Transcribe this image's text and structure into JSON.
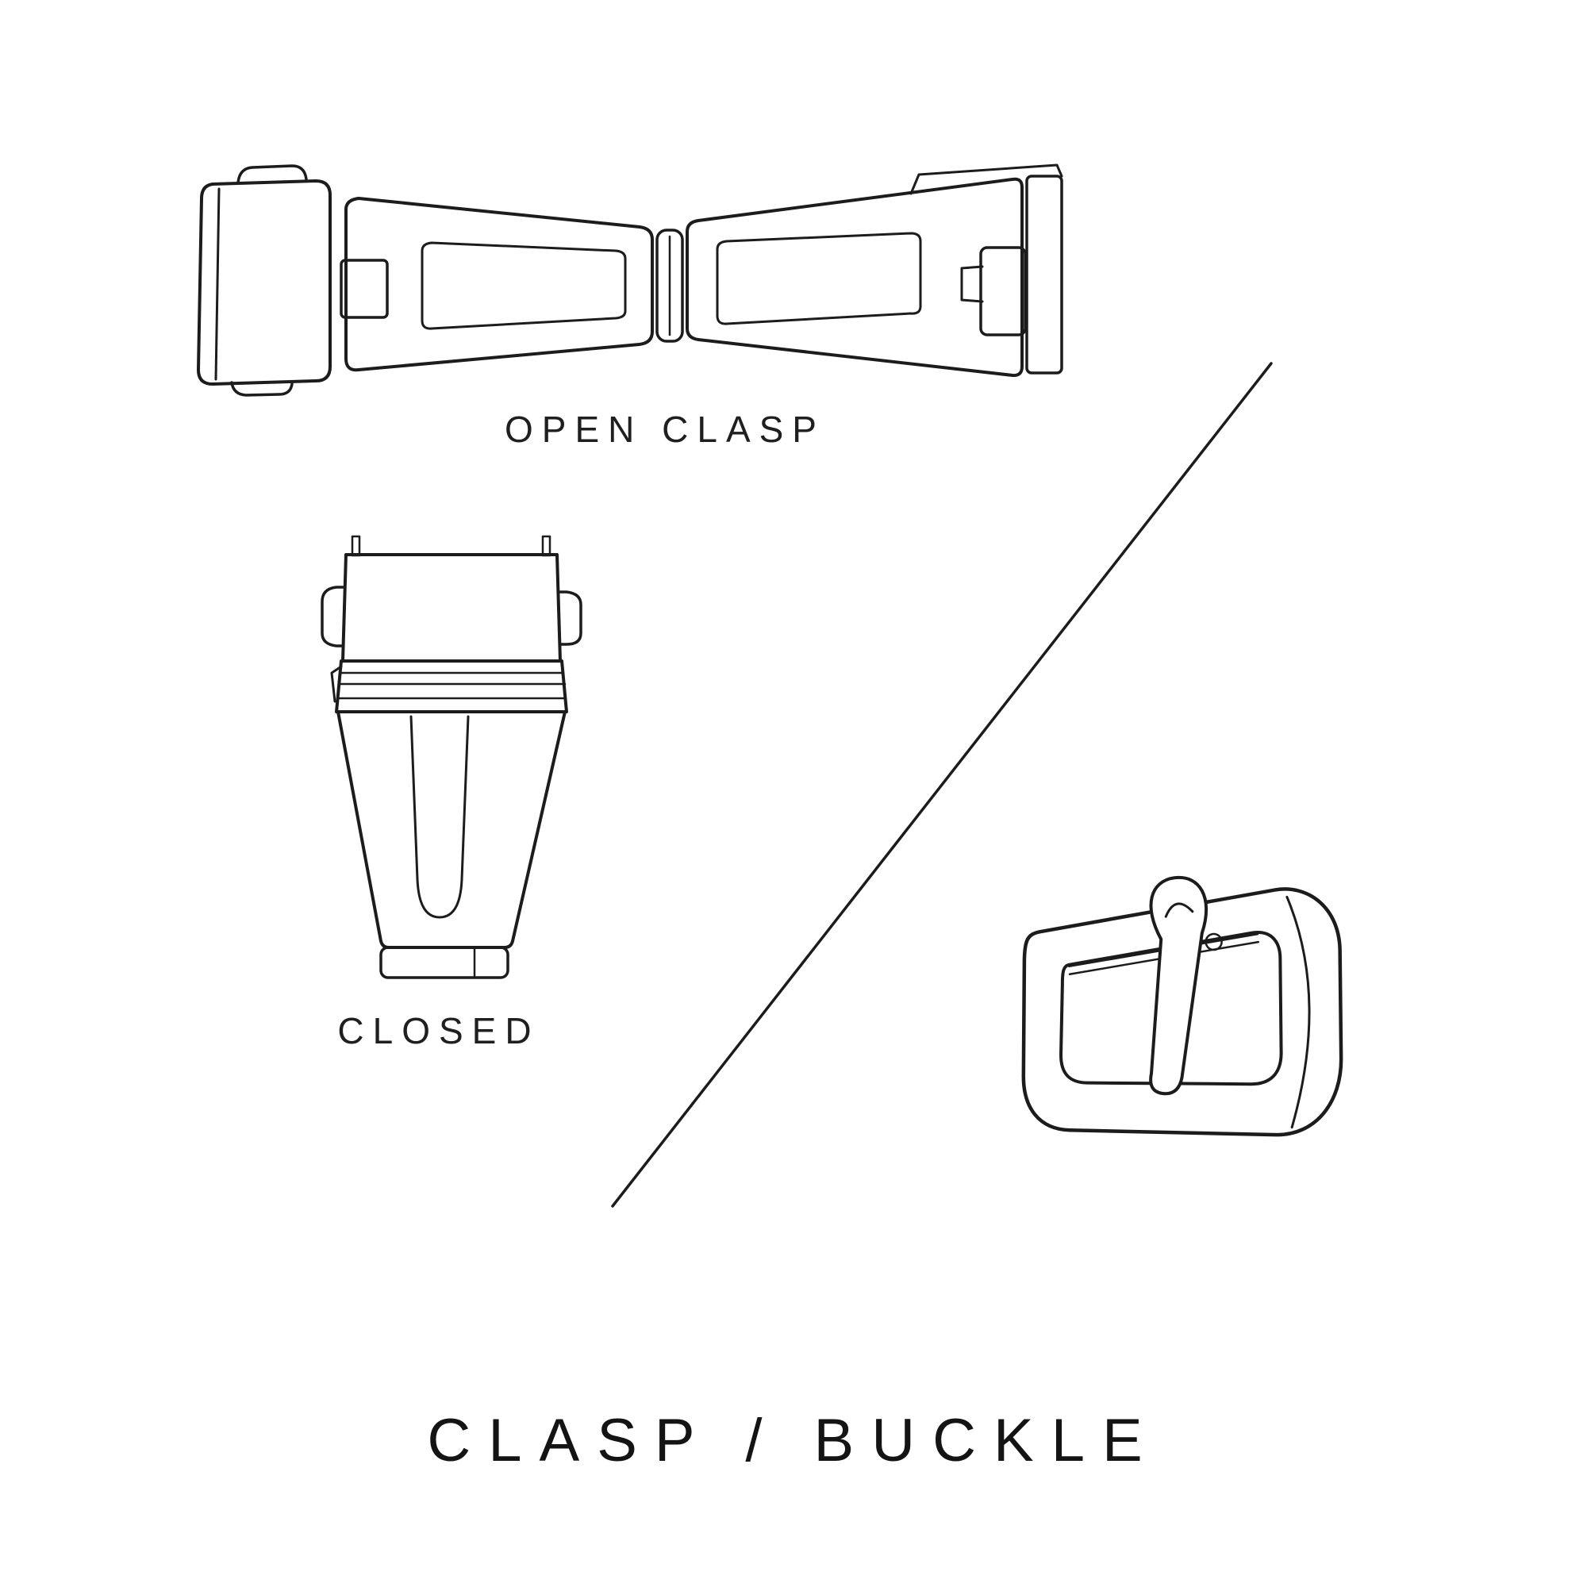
{
  "diagram": {
    "open_clasp_label": "OPEN CLASP",
    "closed_label": "CLOSED",
    "title": "CLASP / BUCKLE"
  },
  "illustrations": [
    "open-clasp-top-view",
    "closed-clasp-top-view",
    "tang-buckle"
  ],
  "colors": {
    "background": "#ffffff",
    "line": "#1c1c1c",
    "text": "#1f1f1f"
  }
}
